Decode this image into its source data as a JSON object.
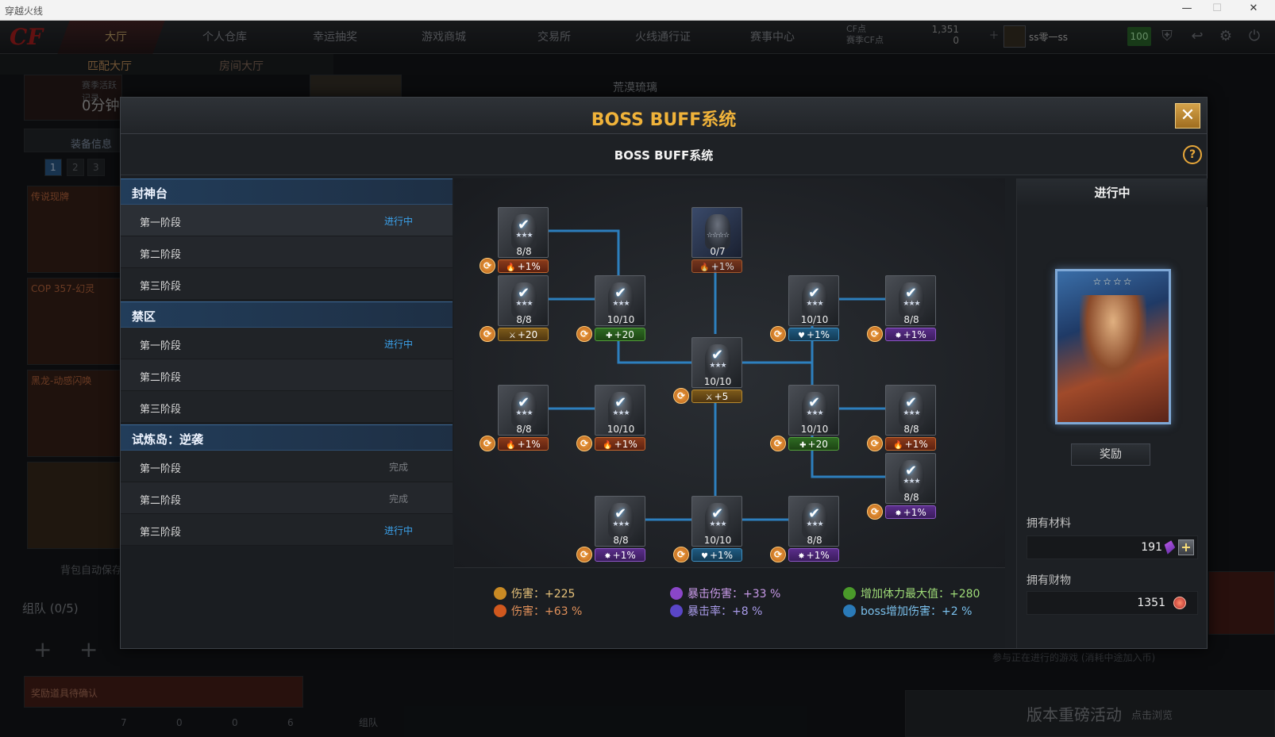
{
  "window": {
    "title": "穿越火线",
    "controls": [
      "—",
      "☐",
      "✕"
    ]
  },
  "topnav": {
    "logo": "CF",
    "items": [
      "大厅",
      "个人仓库",
      "幸运抽奖",
      "游戏商城",
      "交易所",
      "火线通行证",
      "赛事中心"
    ],
    "cf_points_label": "CF点",
    "season_cf_label": "赛季CF点",
    "cf_points_value": "1,351",
    "season_cf_value": "0",
    "username": "ss零一ss",
    "level": "100"
  },
  "subnav": {
    "items": [
      "匹配大厅",
      "房间大厅"
    ]
  },
  "background": {
    "season_record": "赛季活跃记录",
    "season_minutes": "0分钟",
    "map_name": "荒漠琉璃",
    "equip_info": "装备信息",
    "tabs": [
      "1",
      "2",
      "3"
    ],
    "weapons": [
      "传说现牌",
      "COP 357-幻灵",
      "黑龙-动感闪唤"
    ],
    "auto_save": "背包自动保存",
    "team": "组队 (0/5)",
    "reward_confirm": "奖励道具待确认",
    "team_bottom": "组队",
    "event_banner": "版本重磅活动",
    "event_sub": "点击浏览",
    "bottom_counts": [
      "7",
      "0",
      "0",
      "6"
    ],
    "join_tip": "参与正在进行的游戏 (消耗中途加入币)"
  },
  "modal": {
    "title": "BOSS BUFF系统",
    "subtitle": "BOSS BUFF系统",
    "close": "✕",
    "help": "?"
  },
  "stages": {
    "groups": [
      {
        "name": "封神台",
        "rows": [
          {
            "label": "第一阶段",
            "status": "进行中"
          },
          {
            "label": "第二阶段",
            "status": ""
          },
          {
            "label": "第三阶段",
            "status": ""
          }
        ]
      },
      {
        "name": "禁区",
        "rows": [
          {
            "label": "第一阶段",
            "status": "进行中"
          },
          {
            "label": "第二阶段",
            "status": ""
          },
          {
            "label": "第三阶段",
            "status": ""
          }
        ]
      },
      {
        "name": "试炼岛：逆袭",
        "rows": [
          {
            "label": "第一阶段",
            "status": "完成"
          },
          {
            "label": "第二阶段",
            "status": "完成"
          },
          {
            "label": "第三阶段",
            "status": "进行中"
          }
        ]
      }
    ]
  },
  "tree": {
    "nodes": [
      {
        "id": "n1",
        "progress": "8/8",
        "bonus": "+1%",
        "kind": "fire",
        "checked": true
      },
      {
        "id": "n2",
        "progress": "0/7",
        "bonus": "+1%",
        "kind": "fire",
        "checked": false
      },
      {
        "id": "n3",
        "progress": "8/8",
        "bonus": "+20",
        "kind": "atk",
        "checked": true
      },
      {
        "id": "n4",
        "progress": "10/10",
        "bonus": "+20",
        "kind": "hp",
        "checked": true
      },
      {
        "id": "n5",
        "progress": "10/10",
        "bonus": "+1%",
        "kind": "boss",
        "checked": true
      },
      {
        "id": "n6",
        "progress": "8/8",
        "bonus": "+1%",
        "kind": "crit",
        "checked": true
      },
      {
        "id": "n7",
        "progress": "10/10",
        "bonus": "+5",
        "kind": "atk",
        "checked": true
      },
      {
        "id": "n8",
        "progress": "8/8",
        "bonus": "+1%",
        "kind": "fire",
        "checked": true
      },
      {
        "id": "n9",
        "progress": "10/10",
        "bonus": "+1%",
        "kind": "fire",
        "checked": true
      },
      {
        "id": "n10",
        "progress": "10/10",
        "bonus": "+20",
        "kind": "hp",
        "checked": true
      },
      {
        "id": "n11",
        "progress": "8/8",
        "bonus": "+1%",
        "kind": "fire",
        "checked": true
      },
      {
        "id": "n12",
        "progress": "8/8",
        "bonus": "+1%",
        "kind": "crit",
        "checked": true
      },
      {
        "id": "n13",
        "progress": "8/8",
        "bonus": "+1%",
        "kind": "crit",
        "checked": true
      },
      {
        "id": "n14",
        "progress": "10/10",
        "bonus": "+1%",
        "kind": "boss",
        "checked": true
      },
      {
        "id": "n15",
        "progress": "8/8",
        "bonus": "+1%",
        "kind": "crit",
        "checked": true
      }
    ]
  },
  "summary": {
    "damage_flat": "伤害：+225",
    "damage_pct": "伤害：+63 %",
    "crit_damage": "暴击伤害：+33 %",
    "crit_rate": "暴击率：+8 %",
    "max_hp": "增加体力最大值：+280",
    "boss_damage": "boss增加伤害：+2 %"
  },
  "right_panel": {
    "status": "进行中",
    "card_stars": "☆☆☆☆",
    "reward_button": "奖励",
    "materials_label": "拥有材料",
    "materials_value": "191",
    "wealth_label": "拥有财物",
    "wealth_value": "1351"
  },
  "colors": {
    "accent_gold": "#f0b33a",
    "status_blue": "#3ba2ec",
    "line_blue": "#2f8fd8"
  }
}
